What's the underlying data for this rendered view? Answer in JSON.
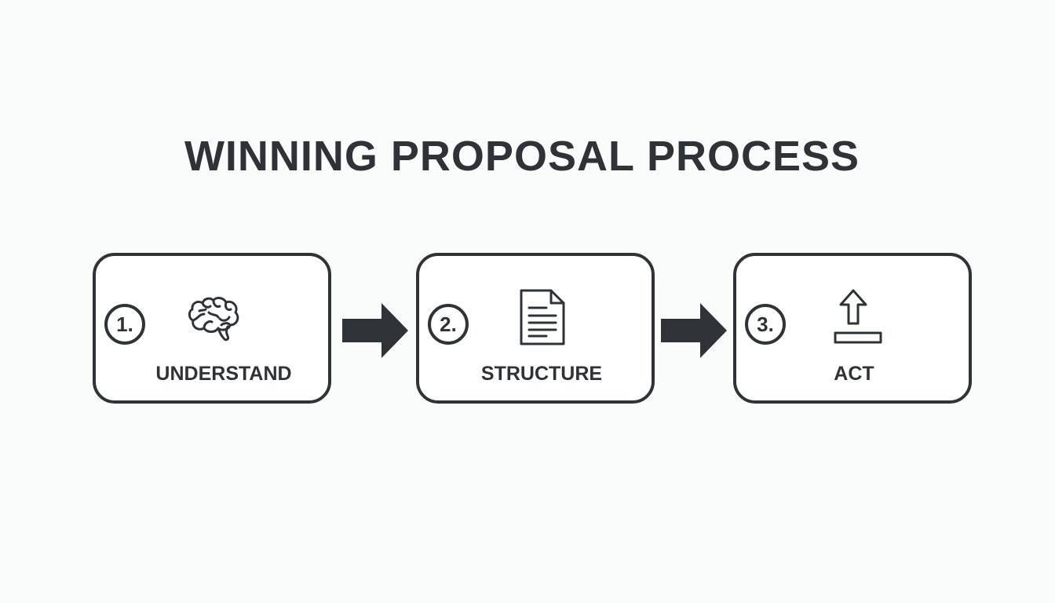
{
  "title": "WINNING PROPOSAL PROCESS",
  "colors": {
    "ink": "#2f3337",
    "background": "#fafbfb",
    "card": "#ffffff"
  },
  "steps": [
    {
      "number": "1.",
      "label": "UNDERSTAND",
      "icon": "brain-icon"
    },
    {
      "number": "2.",
      "label": "STRUCTURE",
      "icon": "document-icon"
    },
    {
      "number": "3.",
      "label": "ACT",
      "icon": "upload-icon"
    }
  ],
  "connectors": [
    "arrow-right-icon",
    "arrow-right-icon"
  ]
}
